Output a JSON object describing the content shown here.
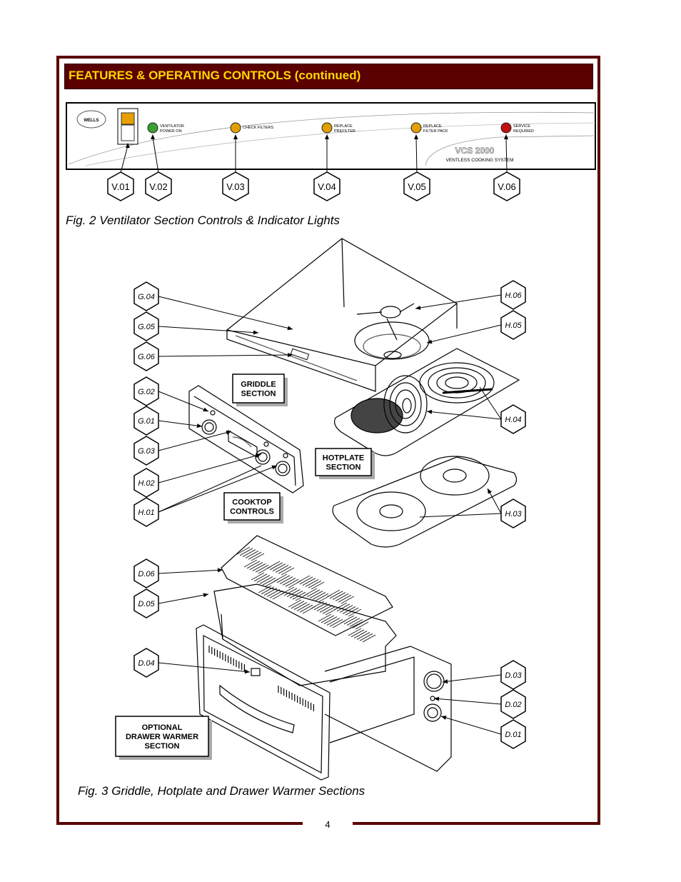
{
  "header": {
    "title": "FEATURES & OPERATING CONTROLS (continued)"
  },
  "fig2": {
    "caption": "Fig. 2  Ventilator Section Controls & Indicator Lights",
    "brand_badge": "WELLS",
    "indicators": [
      {
        "id": "V.01",
        "label": ""
      },
      {
        "id": "V.02",
        "label": "VENTILATOR POWER ON",
        "color": "#3aa030"
      },
      {
        "id": "V.03",
        "label": "CHECK FILTERS",
        "color": "#e0a000"
      },
      {
        "id": "V.04",
        "label": "REPLACE PREFILTER",
        "color": "#e0a000"
      },
      {
        "id": "V.05",
        "label": "REPLACE FILTER PACK",
        "color": "#e0a000"
      },
      {
        "id": "V.06",
        "label": "SERVICE REQUIRED",
        "color": "#c01010"
      }
    ],
    "model_name": "VCS 2000",
    "model_sub": "VENTLESS COOKING SYSTEM"
  },
  "fig3": {
    "caption": "Fig. 3  Griddle, Hotplate and Drawer Warmer Sections",
    "sections": {
      "griddle": [
        "GRIDDLE",
        "SECTION"
      ],
      "hotplate": [
        "HOTPLATE",
        "SECTION"
      ],
      "cooktop": [
        "COOKTOP",
        "CONTROLS"
      ],
      "drawer": [
        "OPTIONAL",
        "DRAWER WARMER",
        "SECTION"
      ]
    },
    "callouts_left": [
      "G.04",
      "G.05",
      "G.06",
      "G.02",
      "G.01",
      "G.03",
      "H.02",
      "H.01",
      "D.06",
      "D.05",
      "D.04"
    ],
    "callouts_right": [
      "H.06",
      "H.05",
      "H.04",
      "H.03",
      "D.03",
      "D.02",
      "D.01"
    ]
  },
  "page_number": "4"
}
